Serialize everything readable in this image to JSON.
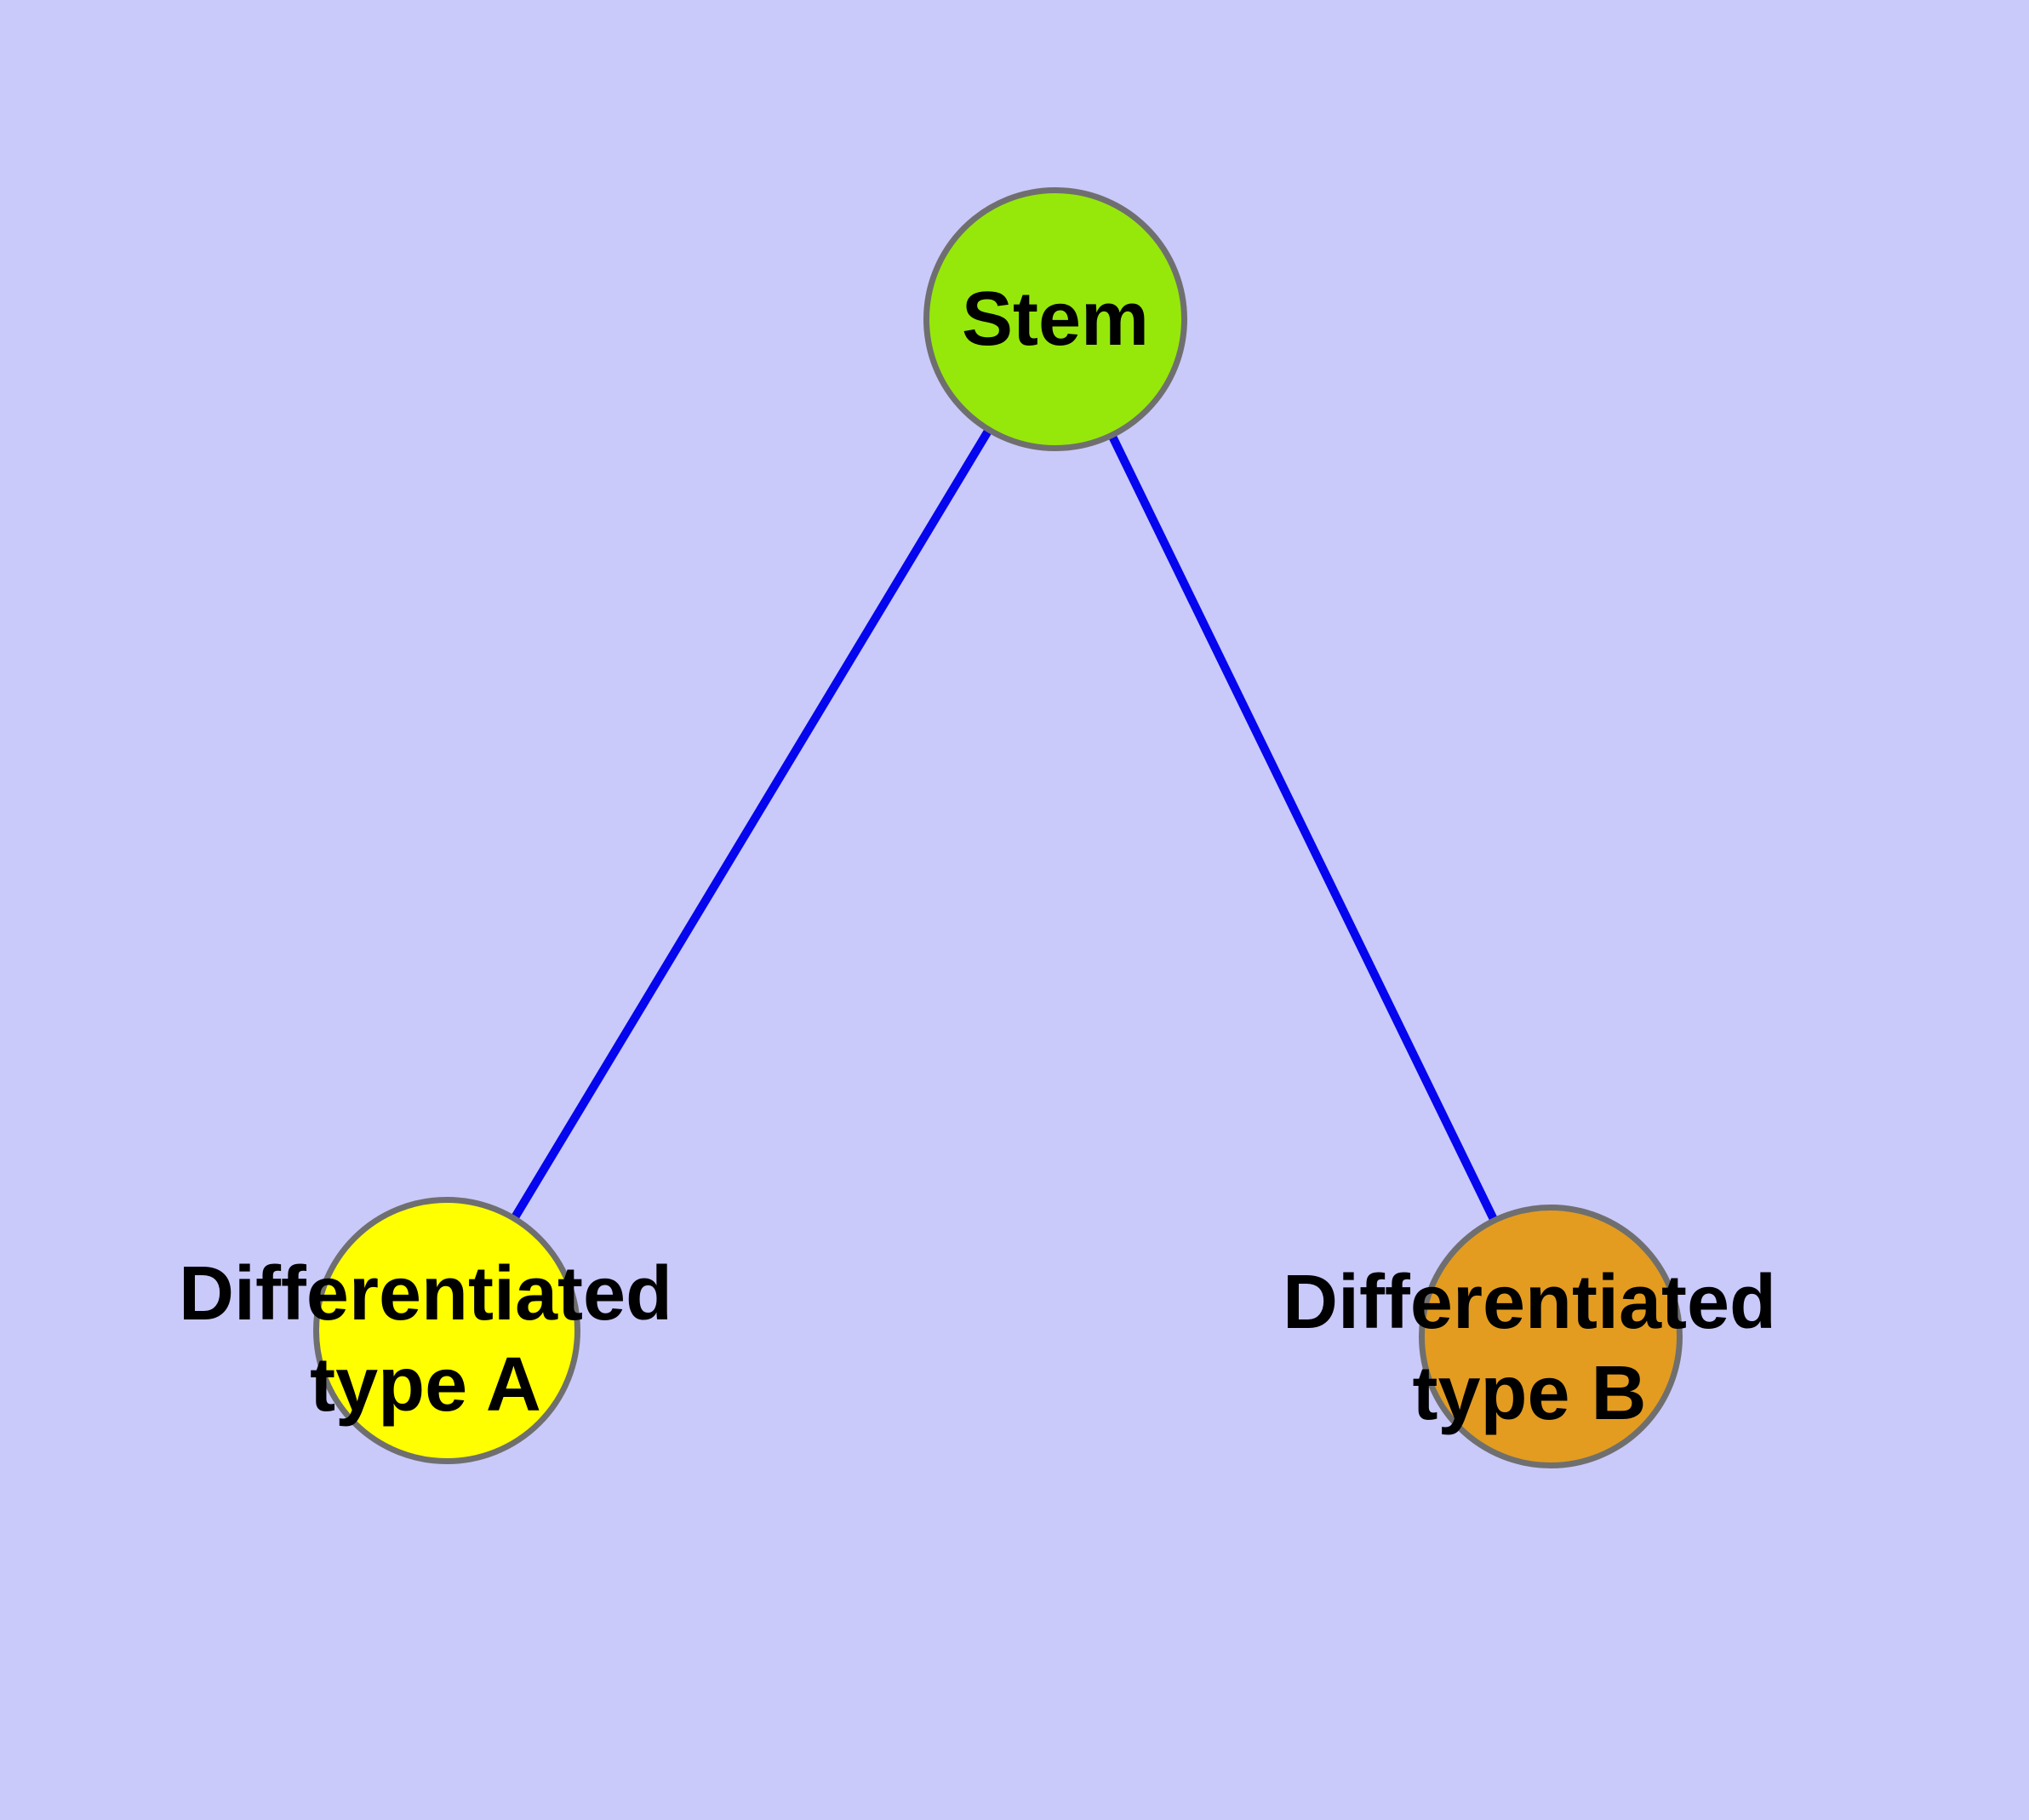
{
  "diagram": {
    "type": "graph",
    "background_color": "#C9C9FA",
    "edge_color": "#0505EE",
    "node_border_color": "#6F6F6F",
    "nodes": [
      {
        "id": "stem",
        "label": "Stem",
        "fill": "#96E80A"
      },
      {
        "id": "type-a",
        "label": "Differentiated\ntype A",
        "fill": "#FFFF00"
      },
      {
        "id": "type-b",
        "label": "Differentiated\ntype B",
        "fill": "#E39C20"
      }
    ],
    "edges": [
      {
        "from": "stem",
        "to": "type-a"
      },
      {
        "from": "stem",
        "to": "type-b"
      }
    ]
  }
}
